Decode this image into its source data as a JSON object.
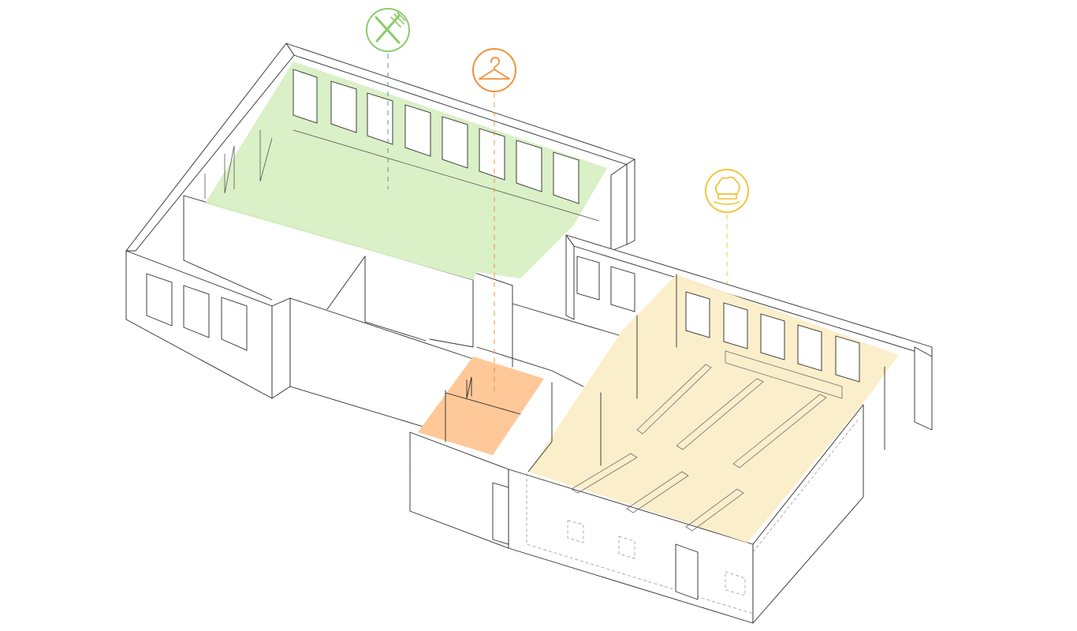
{
  "diagram": {
    "zones": [
      {
        "id": "dining",
        "icon": "fork-knife-icon",
        "color": "#8ccc6e",
        "fill": "#d8efc4"
      },
      {
        "id": "cloakroom",
        "icon": "coat-hanger-icon",
        "color": "#f0913a",
        "fill": "#ffc898"
      },
      {
        "id": "kitchen",
        "icon": "chef-hat-icon",
        "color": "#f2c53d",
        "fill": "#fbeec8"
      }
    ]
  }
}
